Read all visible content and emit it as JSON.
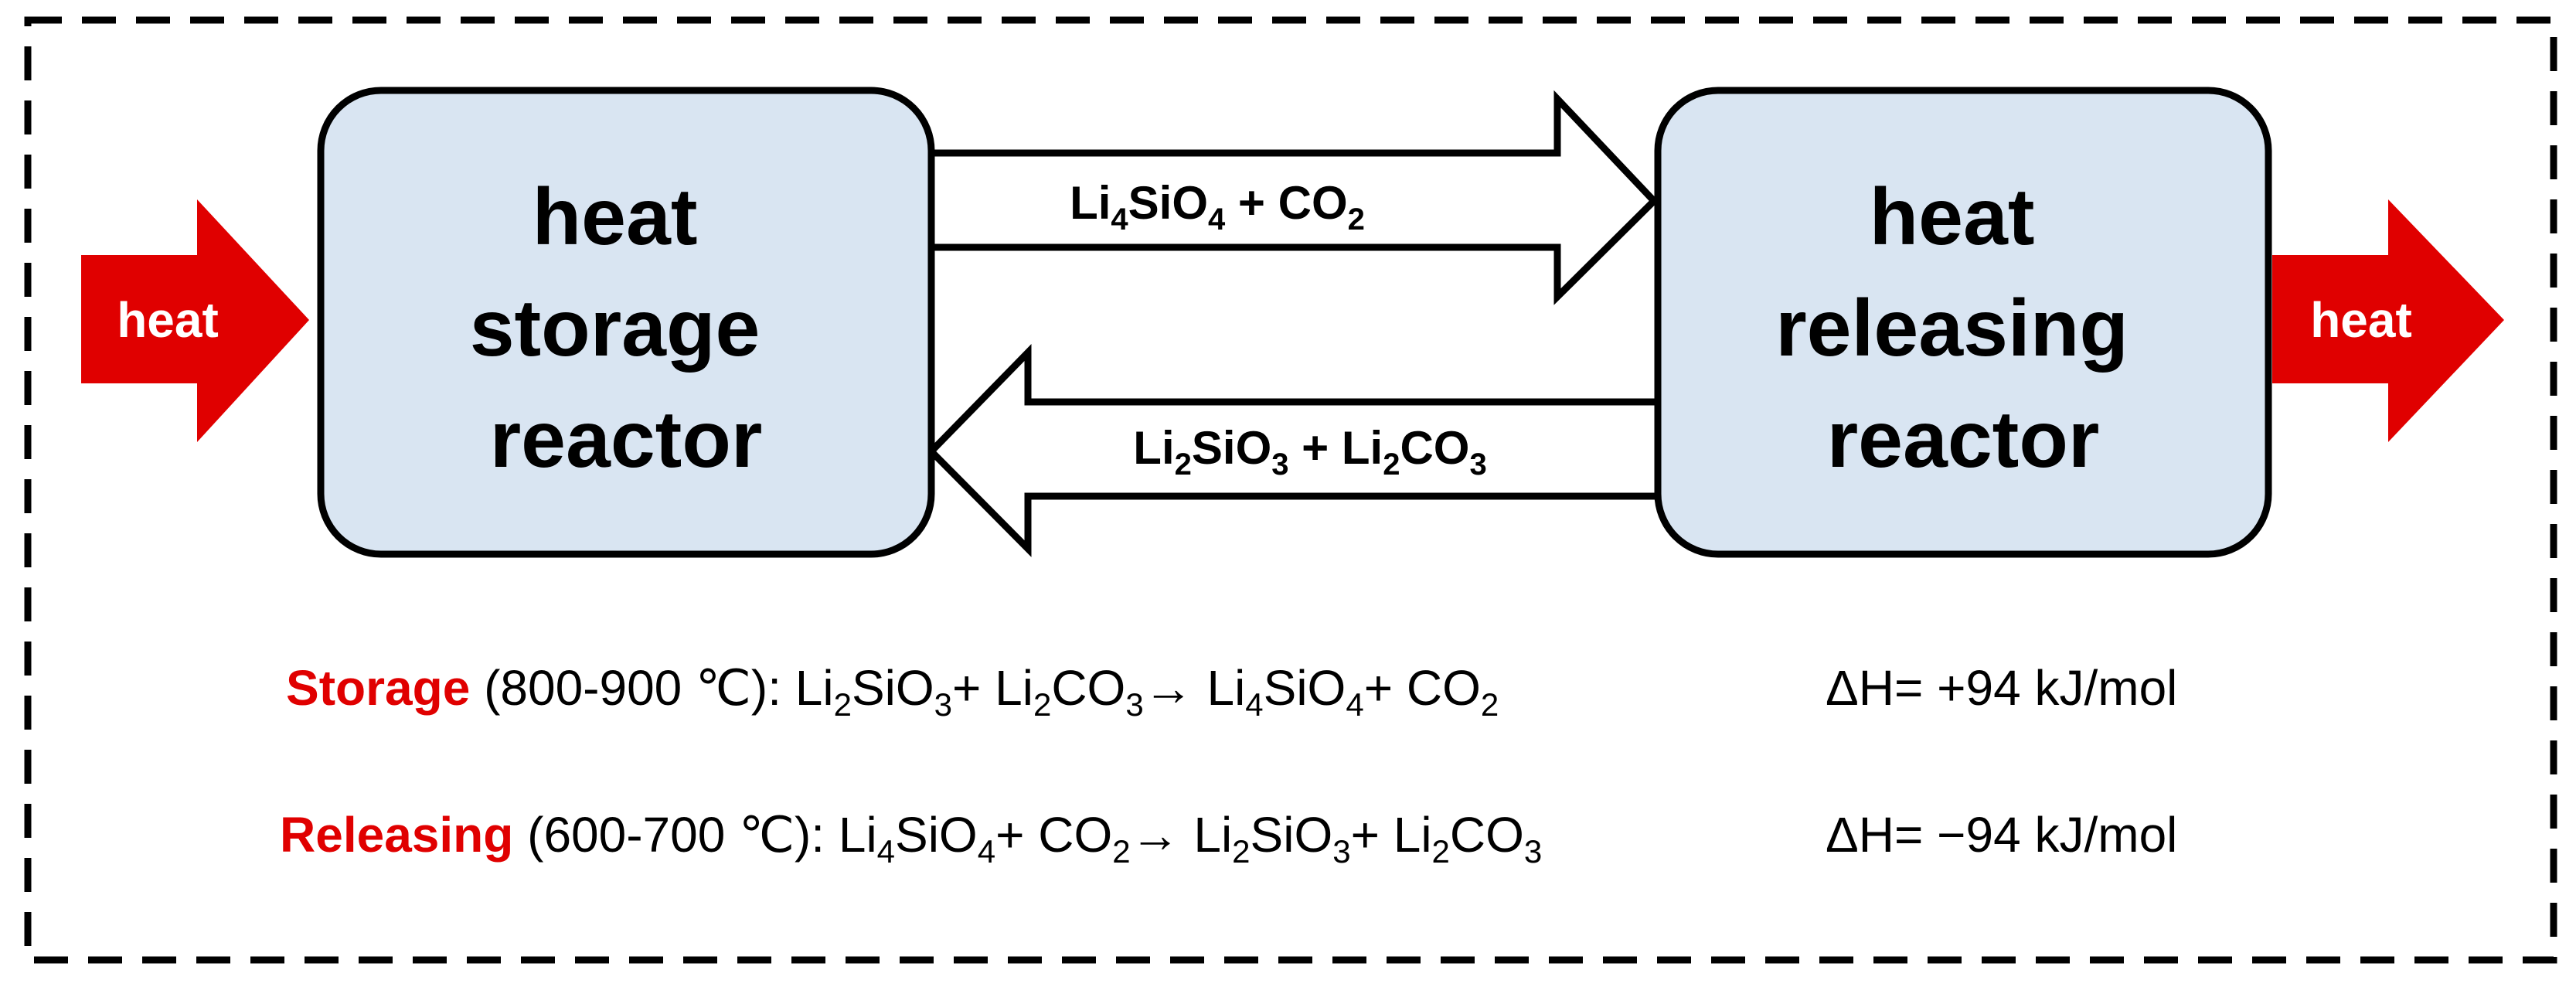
{
  "colors": {
    "heat_arrow": "#e00000",
    "reactor_fill": "#d9e5f2",
    "outline": "#000000",
    "label_red": "#e00000"
  },
  "heat_in": {
    "label": "heat"
  },
  "heat_out": {
    "label": "heat"
  },
  "storage_reactor": {
    "lines": [
      "heat",
      "storage",
      "reactor"
    ]
  },
  "releasing_reactor": {
    "lines": [
      "heat",
      "releasing",
      "reactor"
    ]
  },
  "forward_flow": {
    "parts": [
      "Li",
      "4",
      "SiO",
      "4",
      " + CO",
      "2"
    ]
  },
  "backward_flow": {
    "parts": [
      "Li",
      "2",
      "SiO",
      "3",
      " + Li",
      "2",
      "CO",
      "3"
    ]
  },
  "equations": {
    "storage": {
      "name": "Storage",
      "condition": " (800-900 ℃):  ",
      "reaction_parts": [
        "Li",
        "2",
        "SiO",
        "3",
        "+ Li",
        "2",
        "CO",
        "3",
        "→ Li",
        "4",
        "SiO",
        "4",
        "+ CO",
        "2"
      ],
      "enthalpy": "ΔH= +94 kJ/mol"
    },
    "releasing": {
      "name": "Releasing",
      "condition": " (600-700 ℃):  ",
      "reaction_parts": [
        "Li",
        "4",
        "SiO",
        "4",
        "+ CO",
        "2",
        "→ Li",
        "2",
        "SiO",
        "3",
        "+ Li",
        "2",
        "CO",
        "3"
      ],
      "enthalpy": "ΔH= −94 kJ/mol"
    }
  }
}
